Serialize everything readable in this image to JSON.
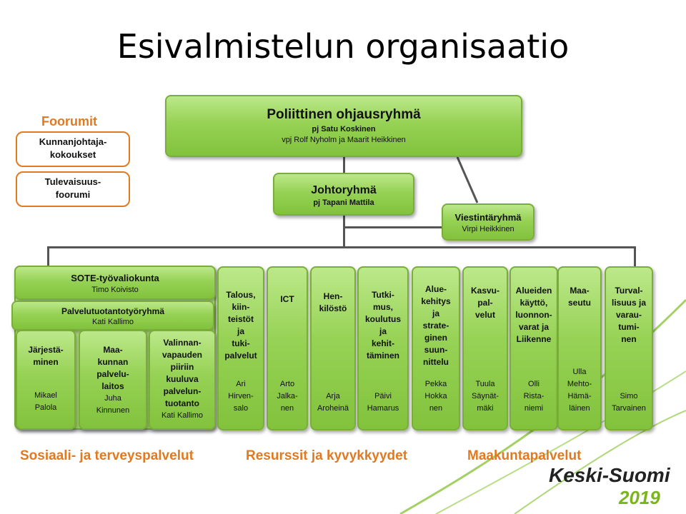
{
  "title": "Esivalmistelun organisaatio",
  "forums": {
    "heading": "Foorumit",
    "items": [
      "Kunnanjohtaja-\nkokoukset",
      "Tulevaisuus-\nfoorumi"
    ]
  },
  "top": {
    "title": "Poliittinen ohjausryhmä",
    "chair": "pj Satu  Koskinen",
    "vice": "vpj Rolf Nyholm  ja Maarit Heikkinen"
  },
  "johto": {
    "title": "Johtoryhmä",
    "chair": "pj Tapani  Mattila"
  },
  "viestinta": {
    "title": "Viestintäryhmä",
    "person": "Virpi Heikkinen"
  },
  "sote": {
    "title": "SOTE-työvaliokunta",
    "person": "Timo Koivisto"
  },
  "palvelu": {
    "title": "Palvelutuotantotyöryhmä",
    "person": "Kati Kallimo"
  },
  "columns": [
    {
      "title": "Järjestä-\nminen",
      "person": "Mikael\nPalola"
    },
    {
      "title": "Maa-\nkunnan\npalvelu-\nlaitos",
      "person": "Juha\nKinnunen"
    },
    {
      "title": "Valinnan-\nvapauden\npiiriin\nkuuluva\npalvelun-\ntuotanto",
      "person": "Kati Kallimo"
    },
    {
      "title": "Talous,\nkiin-\nteistöt\nja\ntuki-\npalvelut",
      "person": "Ari\nHirven-\nsalo"
    },
    {
      "title": "ICT",
      "person": "Arto\nJalka-\nnen"
    },
    {
      "title": "Hen-\nkilöstö",
      "person": "Arja\nAroheinä"
    },
    {
      "title": "Tutki-\nmus,\nkoulutus\nja\nkehit-\ntäminen",
      "person": "Päivi\nHamarus"
    },
    {
      "title": "Alue-\nkehitys\nja\nstrate-\nginen\nsuun-\nnittelu",
      "person": "Pekka\nHokka\nnen"
    },
    {
      "title": "Kasvu-\npal-\nvelut",
      "person": "Tuula\nSäynät-\nmäki"
    },
    {
      "title": "Alueiden\nkäyttö,\nluonnon-\nvarat ja\nLiikenne",
      "person": "Olli\nRista-\nniemi"
    },
    {
      "title": "Maa-\nseutu",
      "person": "Ulla\nMehto-\nHämä-\nläinen"
    },
    {
      "title": "Turval-\nlisuus ja\nvarau-\ntumi-\nnen",
      "person": "Simo\nTarvainen"
    }
  ],
  "sections": [
    "Sosiaali- ja terveyspalvelut",
    "Resurssit ja kyvykkyydet",
    "Maakuntapalvelut"
  ],
  "logo": {
    "name": "Keski-Suomi",
    "year": "2019"
  },
  "colors": {
    "green": "#8cc63f",
    "orange": "#e07a22",
    "logo_green": "#7ab51d"
  }
}
